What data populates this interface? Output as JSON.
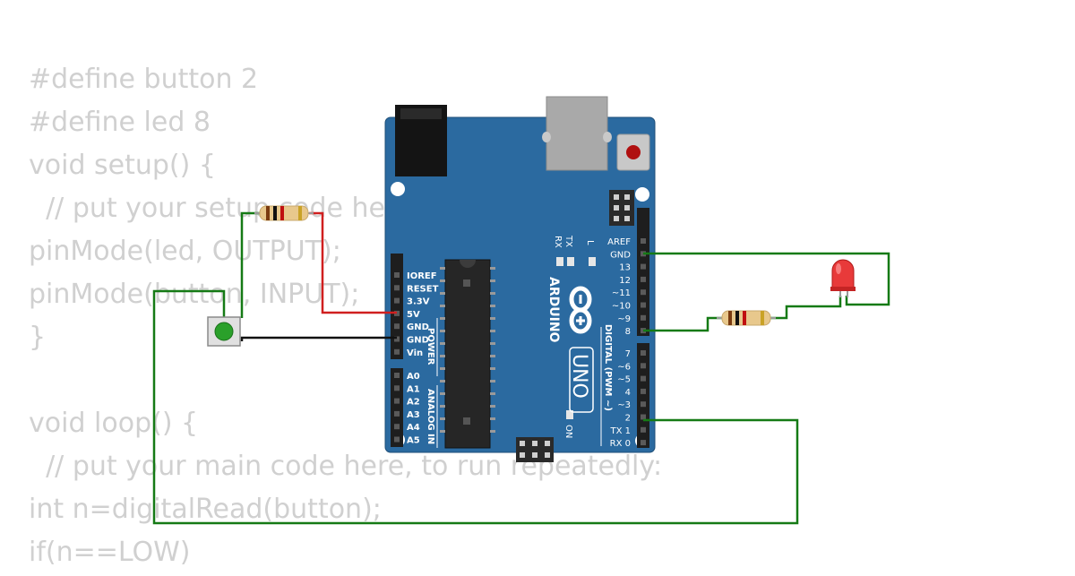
{
  "code_lines": [
    "#define button 2",
    "#define led 8",
    "void setup() {",
    "  // put your setup code here",
    "pinMode(led, OUTPUT);",
    "pinMode(button, INPUT);",
    "}",
    "",
    "void loop() {",
    "  // put your main code here, to run repeatedly:",
    "int n=digitalRead(button);",
    "if(n==LOW)"
  ],
  "board": {
    "brand": "ARDUINO",
    "model": "UNO",
    "on_label": "ON",
    "led_labels": [
      "TX",
      "RX",
      "L"
    ],
    "power_header_title": "POWER",
    "analog_header_title": "ANALOG IN",
    "digital_header_title": "DIGITAL (PWM ~)",
    "power_pins": [
      "IOREF",
      "RESET",
      "3.3V",
      "5V",
      "GND",
      "GND",
      "Vin"
    ],
    "analog_pins": [
      "A0",
      "A1",
      "A2",
      "A3",
      "A4",
      "A5"
    ],
    "digital_pins_upper": [
      "AREF",
      "GND",
      "13",
      "12",
      "~11",
      "~10",
      "~9",
      "8"
    ],
    "digital_pins_lower": [
      "7",
      "~6",
      "~5",
      "4",
      "~3",
      "2",
      "TX 1",
      "RX 0"
    ]
  },
  "colors": {
    "board": "#2b6aa0",
    "wire_red": "#d01f1f",
    "wire_black": "#111111",
    "wire_green": "#157a15",
    "led_red": "#e83a3a",
    "button_green": "#2aa02a",
    "code_text": "#d0d0d0"
  }
}
